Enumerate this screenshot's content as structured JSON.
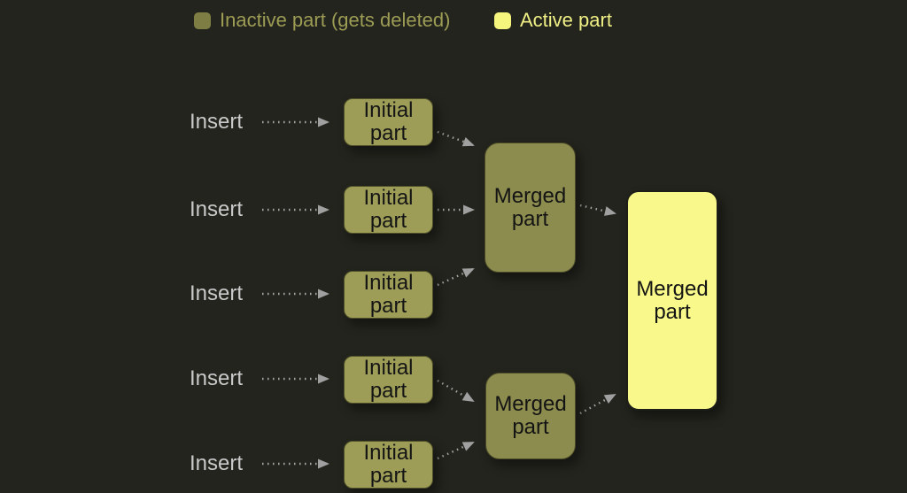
{
  "legend": {
    "items": [
      {
        "label": "Inactive part (gets deleted)",
        "type": "inactive",
        "swatch_color": "#7e7e44",
        "text_color": "#9c9c55"
      },
      {
        "label": "Active part",
        "type": "active",
        "swatch_color": "#f5f57d",
        "text_color": "#efef85"
      }
    ]
  },
  "diagram": {
    "insert_label": "Insert",
    "nodes": [
      {
        "id": "initial-1",
        "label": "Initial part",
        "state": "inactive"
      },
      {
        "id": "initial-2",
        "label": "Initial part",
        "state": "inactive"
      },
      {
        "id": "initial-3",
        "label": "Initial part",
        "state": "inactive"
      },
      {
        "id": "initial-4",
        "label": "Initial part",
        "state": "inactive"
      },
      {
        "id": "initial-5",
        "label": "Initial part",
        "state": "inactive"
      },
      {
        "id": "merged-1",
        "label": "Merged part",
        "state": "inactive"
      },
      {
        "id": "merged-2",
        "label": "Merged part",
        "state": "inactive"
      },
      {
        "id": "merged-final",
        "label": "Merged part",
        "state": "active"
      }
    ],
    "edges": [
      {
        "from": "insert-1",
        "to": "initial-1"
      },
      {
        "from": "insert-2",
        "to": "initial-2"
      },
      {
        "from": "insert-3",
        "to": "initial-3"
      },
      {
        "from": "insert-4",
        "to": "initial-4"
      },
      {
        "from": "insert-5",
        "to": "initial-5"
      },
      {
        "from": "initial-1",
        "to": "merged-1"
      },
      {
        "from": "initial-2",
        "to": "merged-1"
      },
      {
        "from": "initial-3",
        "to": "merged-1"
      },
      {
        "from": "initial-4",
        "to": "merged-2"
      },
      {
        "from": "initial-5",
        "to": "merged-2"
      },
      {
        "from": "merged-1",
        "to": "merged-final"
      },
      {
        "from": "merged-2",
        "to": "merged-final"
      }
    ]
  },
  "colors": {
    "background": "#24241e",
    "initial_part_fill": "#9d9d58",
    "merged_inactive_fill": "#8c8c4e",
    "active_part_fill": "#f9f98b",
    "node_text": "#141414",
    "insert_text": "#c9c9c9",
    "arrow": "#a6a6a6"
  }
}
